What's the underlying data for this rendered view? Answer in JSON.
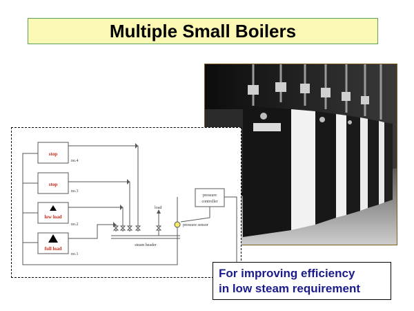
{
  "title": "Multiple Small Boilers",
  "diagram": {
    "boilers": [
      {
        "state": "stop",
        "unit": "no.4"
      },
      {
        "state": "stop",
        "unit": "no.3"
      },
      {
        "state": "low load",
        "unit": "no.2"
      },
      {
        "state": "full load",
        "unit": "no.1"
      }
    ],
    "load_label": "load",
    "controller_label_1": "pressure",
    "controller_label_2": "controller",
    "sensor_label": "pressure sensor",
    "header_label": "steam header",
    "colors": {
      "state_text": "#d12a1a",
      "line": "#555555"
    }
  },
  "photo": {
    "description_icon": "boiler-room-photo",
    "alt": "Photograph of a row of small boilers"
  },
  "callout": {
    "line1": "For improving efficiency",
    "line2": "in low steam requirement"
  }
}
